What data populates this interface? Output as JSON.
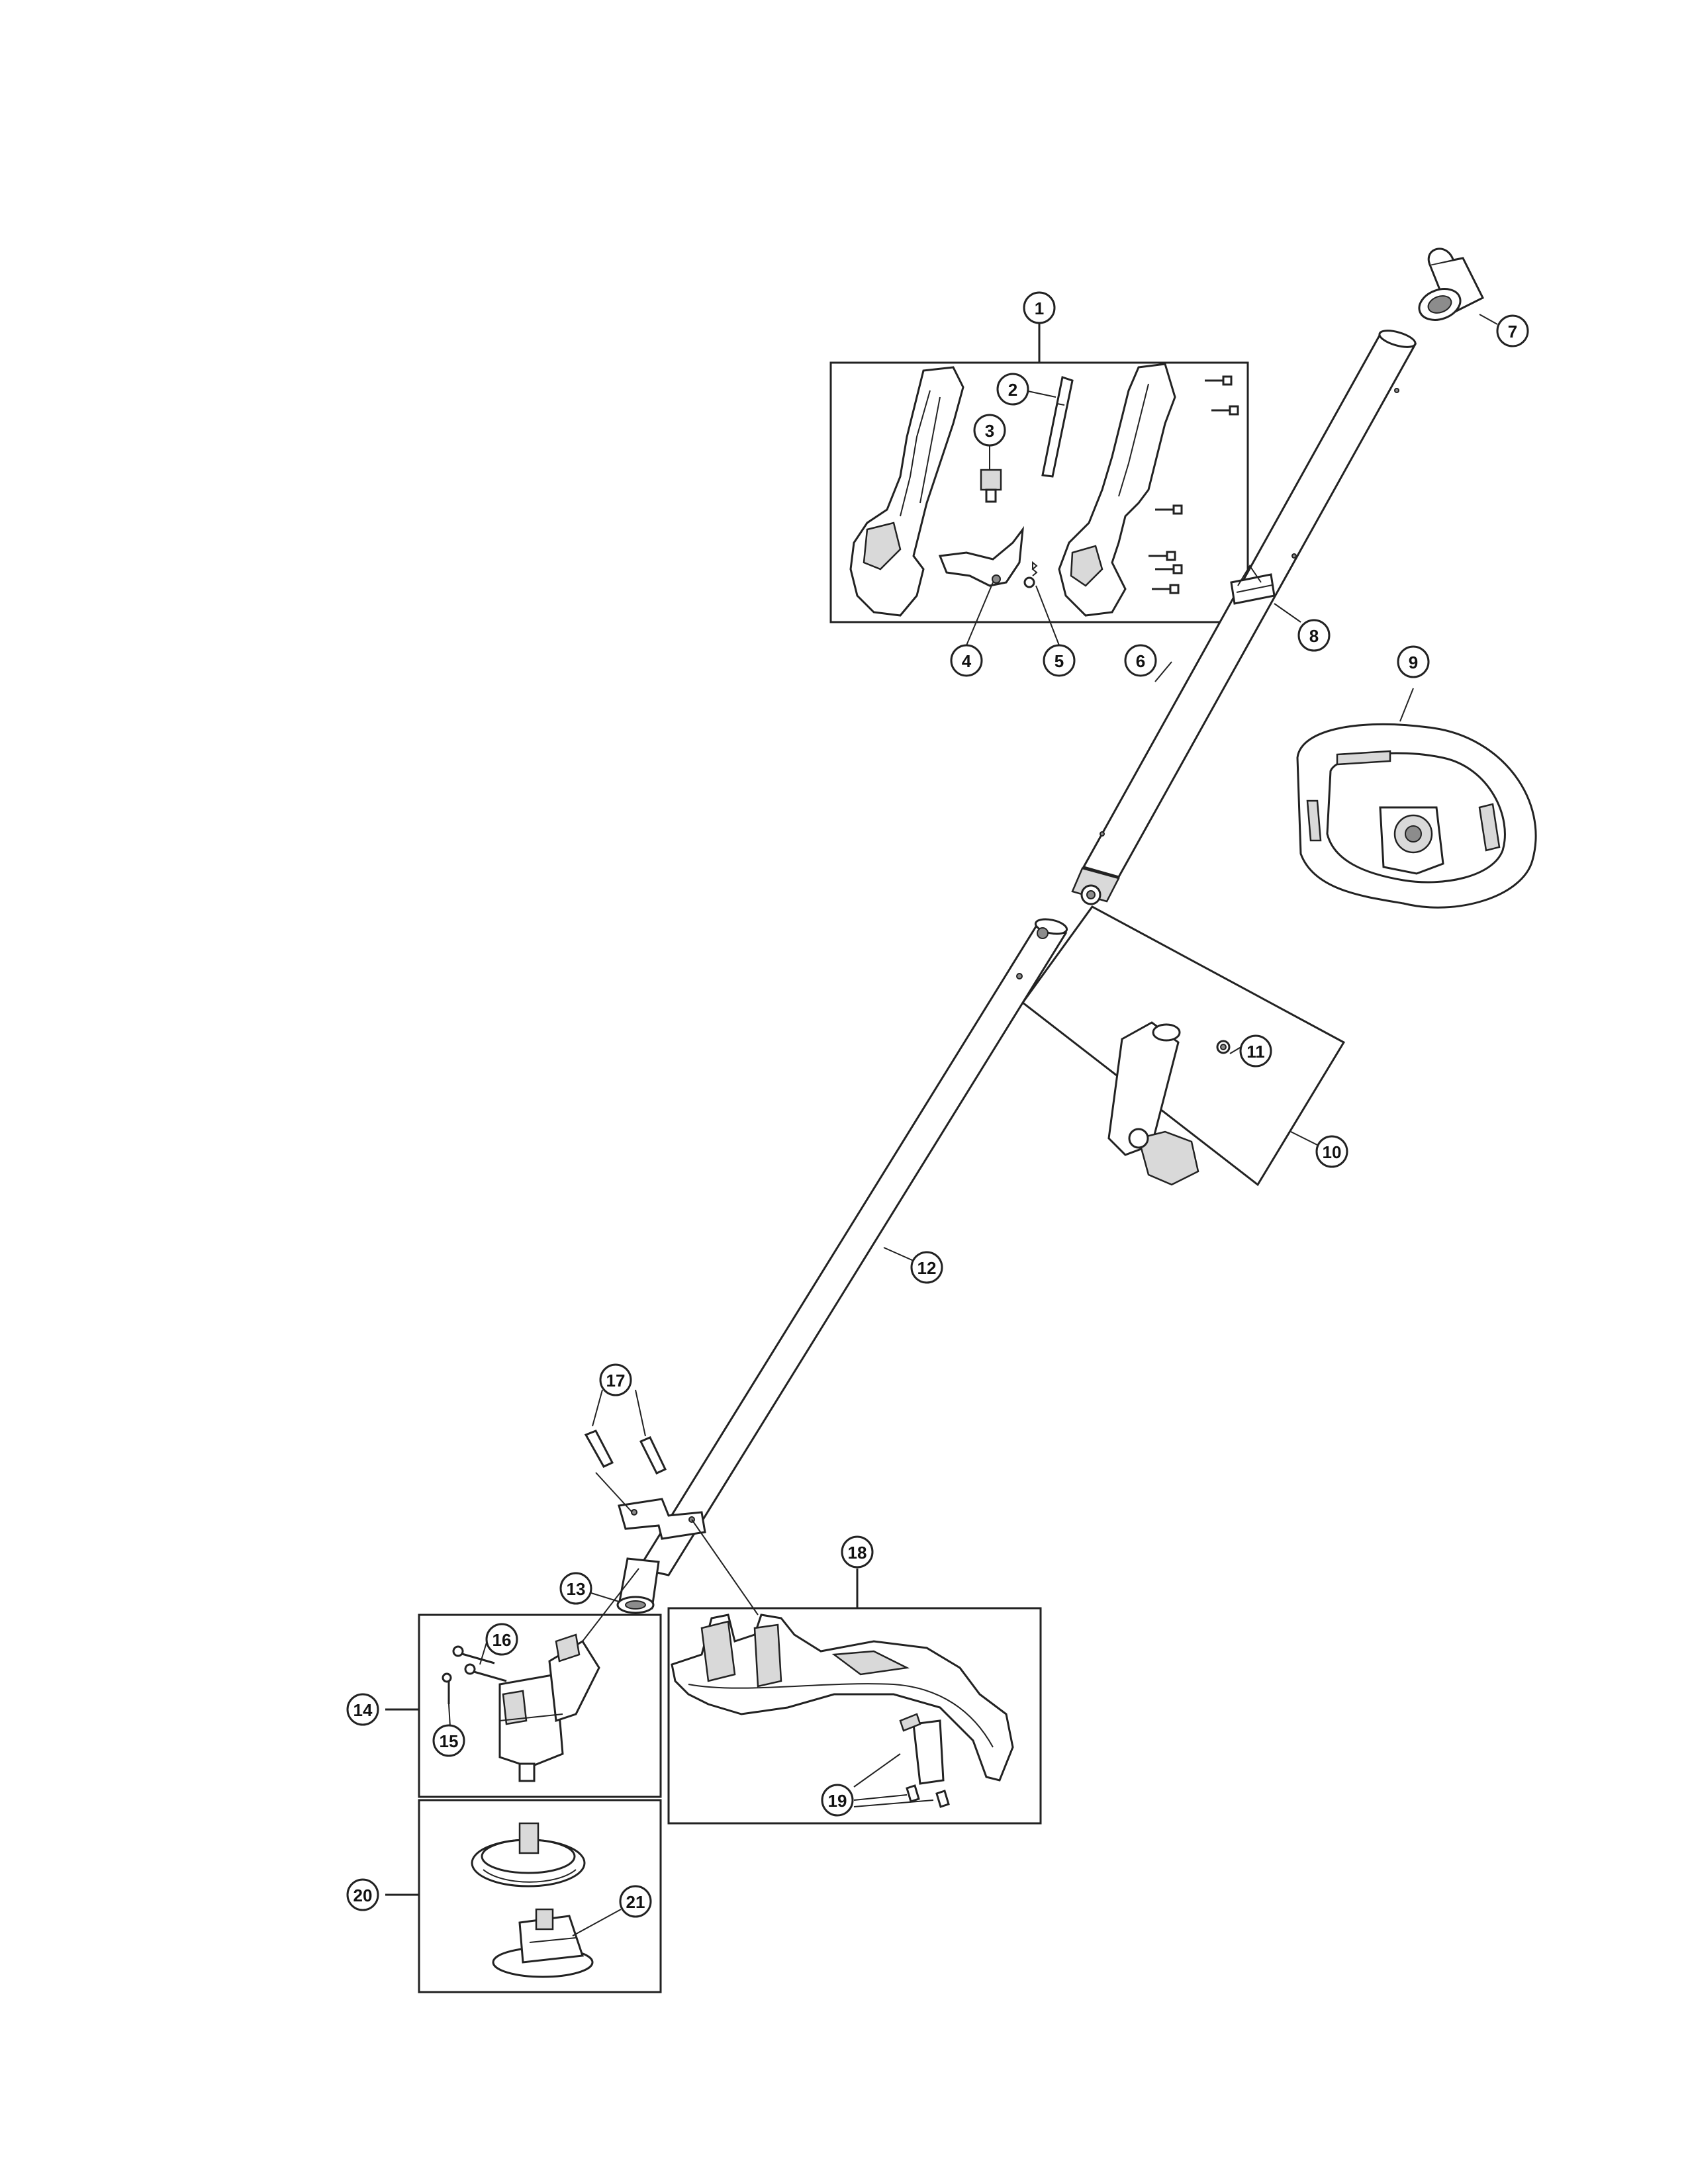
{
  "diagram": {
    "callouts": [
      "1",
      "2",
      "3",
      "4",
      "5",
      "6",
      "7",
      "8",
      "9",
      "10",
      "11",
      "12",
      "13",
      "14",
      "15",
      "16",
      "17",
      "18",
      "19",
      "20",
      "21"
    ]
  }
}
